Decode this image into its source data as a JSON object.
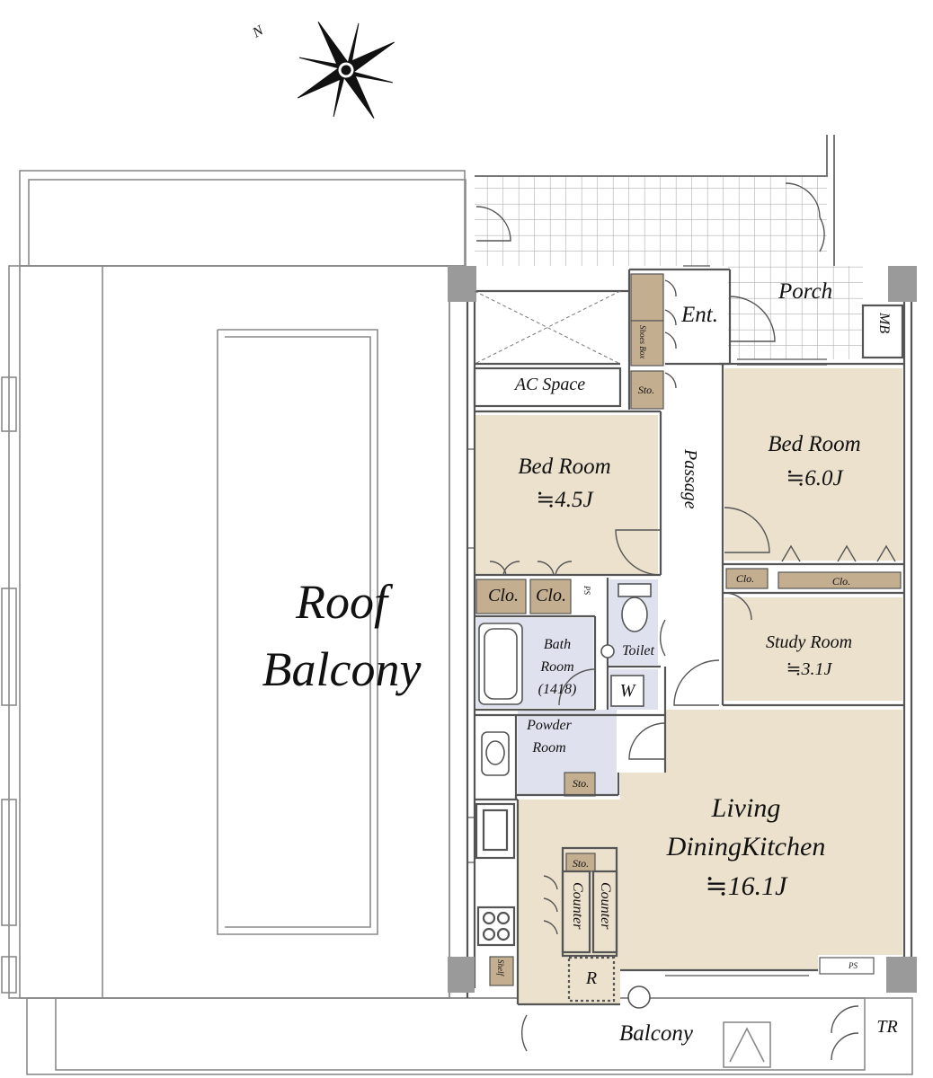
{
  "compass": {
    "label": "N",
    "icon": "north-compass-icon"
  },
  "colors": {
    "room_floor": "#ece1cc",
    "wet_area": "#dfe2ee",
    "storage": "#c4ae90",
    "wall": "#9a9a9a",
    "tile_grid": "#b0b0b0",
    "line": "#555555"
  },
  "rooms": {
    "roof_balcony": {
      "line1": "Roof",
      "line2": "Balcony"
    },
    "porch": "Porch",
    "entrance": "Ent.",
    "meter_box": "MB",
    "shoes_box": "Shoes Box",
    "ac_space": "AC Space",
    "storage_entrance": "Sto.",
    "bedroom_left": {
      "name": "Bed Room",
      "size": "≒4.5J"
    },
    "bedroom_right": {
      "name": "Bed Room",
      "size": "≒6.0J"
    },
    "passage": "Passage",
    "closet_1": "Clo.",
    "closet_2": "Clo.",
    "closet_3": "Clo.",
    "closet_4": "Clo.",
    "pipe_space_1": "PS",
    "pipe_space_2": "PS",
    "toilet": "Toilet",
    "bath": {
      "line1": "Bath",
      "line2": "Room",
      "line3": "(1418)"
    },
    "washer": "W",
    "study": {
      "name": "Study Room",
      "size": "≒3.1J"
    },
    "powder": {
      "line1": "Powder",
      "line2": "Room"
    },
    "storage_powder": "Sto.",
    "ldk": {
      "line1": "Living",
      "line2": "DiningKitchen",
      "line3": "≒16.1J"
    },
    "storage_kitchen": "Sto.",
    "counter_1": "Counter",
    "counter_2": "Counter",
    "shelf": "Shelf",
    "refrigerator": "R",
    "balcony": "Balcony",
    "trunk_room": "TR"
  }
}
